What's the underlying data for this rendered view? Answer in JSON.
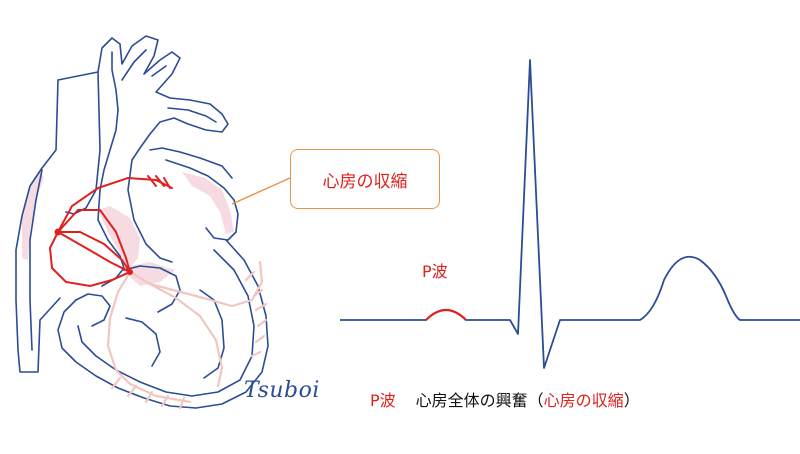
{
  "callout": {
    "label": "心房の収縮"
  },
  "ecg": {
    "p_label": "P波"
  },
  "signature": "Tsuboi",
  "caption": {
    "term": "P波",
    "description": "心房全体の興奮（",
    "highlight": "心房の収縮",
    "close": "）"
  },
  "colors": {
    "outline": "#2c4c96",
    "accent_red": "#e0201e",
    "callout_border": "#e8924a",
    "conduction_pink": "#f2c6c0",
    "fill_pink": "#f6dce2"
  }
}
